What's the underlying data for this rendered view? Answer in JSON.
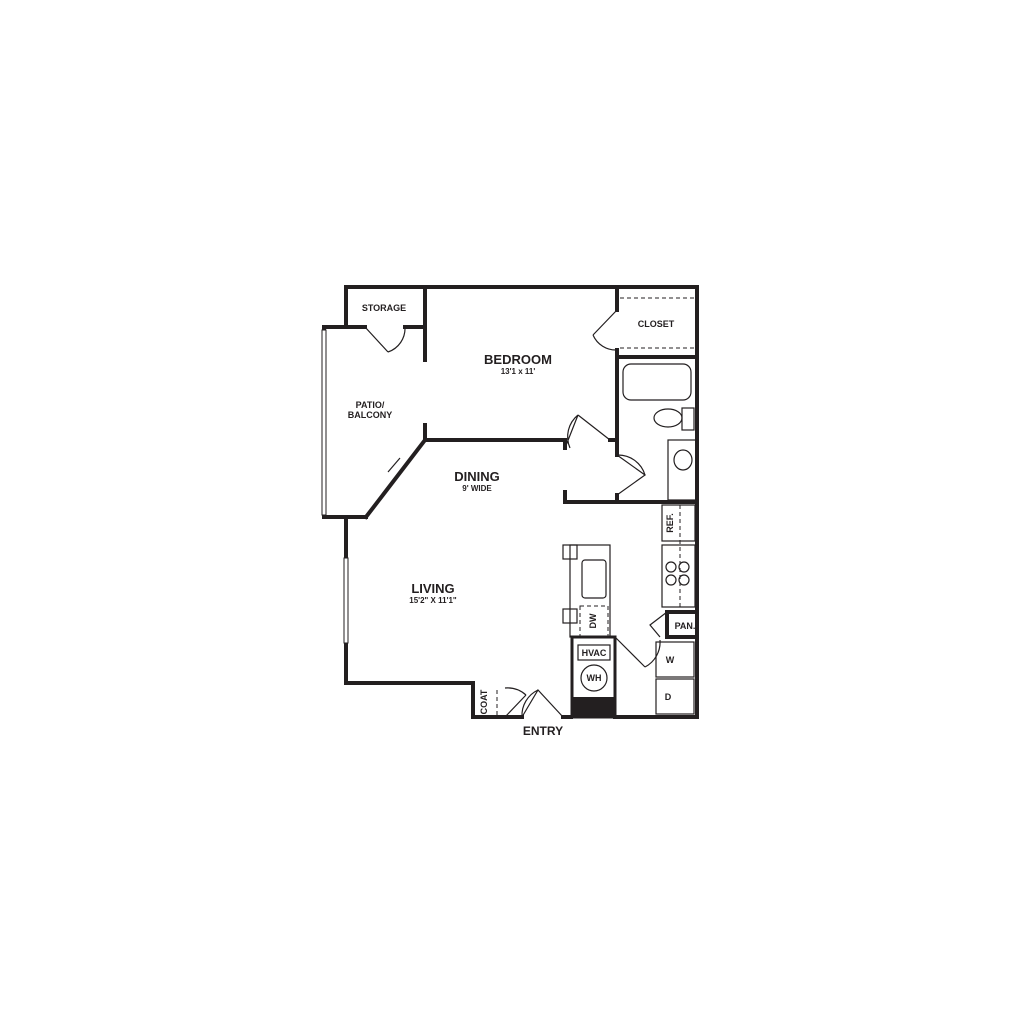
{
  "rooms": {
    "storage": "STORAGE",
    "closet": "CLOSET",
    "bedroom": "BEDROOM",
    "bedroom_size": "13'1 x 11'",
    "patio_line1": "PATIO/",
    "patio_line2": "BALCONY",
    "dining": "DINING",
    "dining_size": "9' WIDE",
    "living": "LIVING",
    "living_size": "15'2\" X 11'1\"",
    "entry": "ENTRY",
    "coat": "COAT"
  },
  "fixtures": {
    "ref": "REF.",
    "dw": "DW",
    "pan": "PAN.",
    "hvac": "HVAC",
    "wh": "WH",
    "washer": "W",
    "dryer": "D"
  },
  "colors": {
    "wall": "#231f20",
    "background": "#ffffff"
  }
}
